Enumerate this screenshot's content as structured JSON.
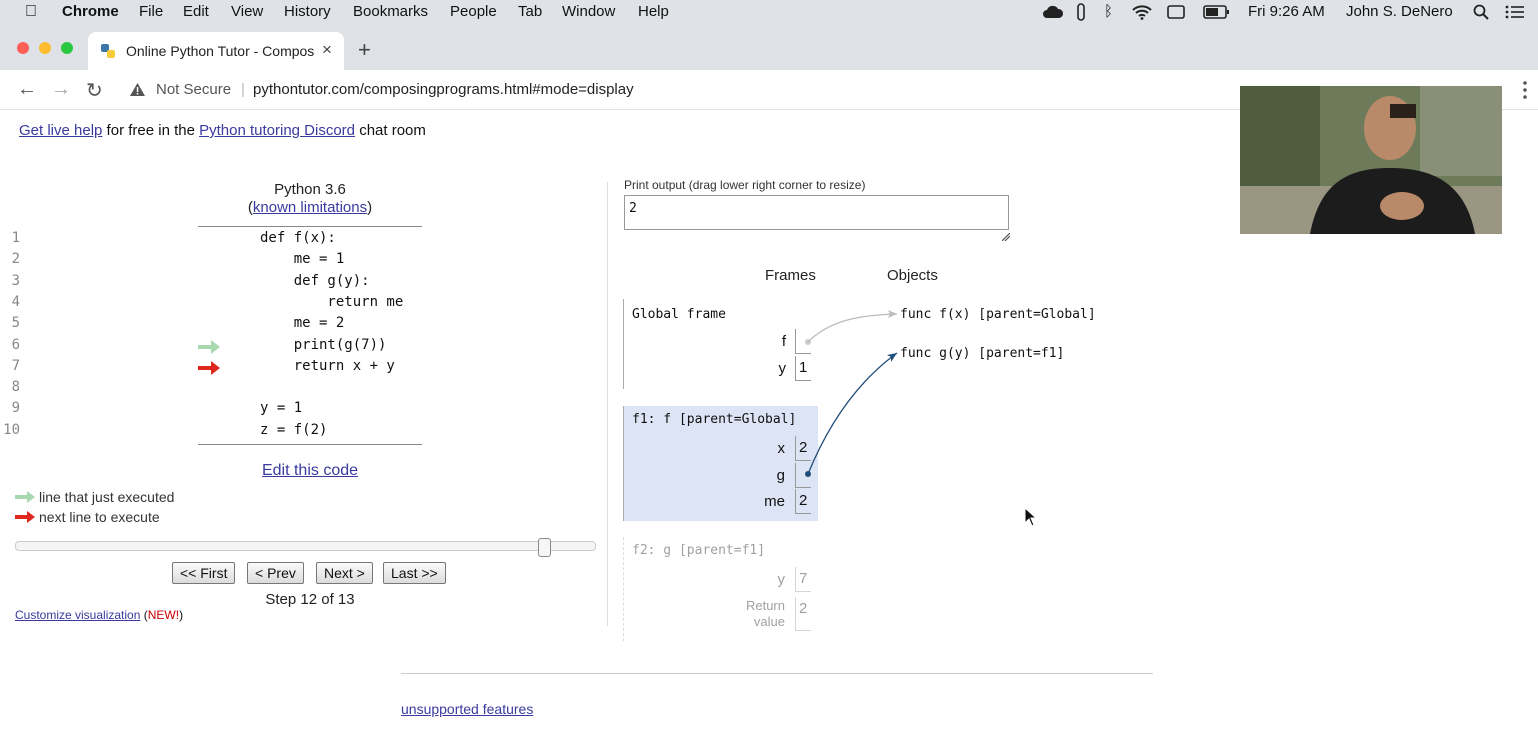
{
  "menubar": {
    "apple": "",
    "app": "Chrome",
    "items": [
      "File",
      "Edit",
      "View",
      "History",
      "Bookmarks",
      "People",
      "Tab",
      "Window",
      "Help"
    ],
    "clock": "Fri 9:26 AM",
    "user": "John S. DeNero"
  },
  "browser": {
    "tab_title": "Online Python Tutor - Composing Programs",
    "tab_close": "×",
    "new_tab": "+",
    "security": "Not Secure",
    "url": "pythontutor.com/composingprograms.html#mode=display",
    "back": "←",
    "forward": "→",
    "reload": "↻"
  },
  "page": {
    "help": {
      "link1": "Get live help",
      "mid": " for free in the ",
      "link2": "Python tutoring Discord",
      "end": " chat room"
    },
    "python_version": "Python 3.6",
    "limitations_open": "(",
    "limitations_link": "known limitations",
    "limitations_close": ")",
    "code_lines": [
      {
        "num": "1",
        "text": "def f(x):"
      },
      {
        "num": "2",
        "text": "    me = 1"
      },
      {
        "num": "3",
        "text": "    def g(y):"
      },
      {
        "num": "4",
        "text": "        return me"
      },
      {
        "num": "5",
        "text": "    me = 2"
      },
      {
        "num": "6",
        "text": "    print(g(7))"
      },
      {
        "num": "7",
        "text": "    return x + y"
      },
      {
        "num": "8",
        "text": ""
      },
      {
        "num": "9",
        "text": "y = 1"
      },
      {
        "num": "10",
        "text": "z = f(2)"
      }
    ],
    "just_executed_line": 6,
    "next_line": 7,
    "edit_code": "Edit this code",
    "legend_executed": "line that just executed",
    "legend_next": "next line to execute",
    "step_fraction": 0.92,
    "buttons": {
      "first": "<< First",
      "prev": "< Prev",
      "next": "Next >",
      "last": "Last >>"
    },
    "step_text": "Step 12 of 13",
    "customize": "Customize visualization",
    "new_open": " (",
    "new_tag": "NEW!",
    "new_close": ")",
    "print_label": "Print output (drag lower right corner to resize)",
    "print_output": "2",
    "frames_header": "Frames",
    "objects_header": "Objects",
    "global_frame": {
      "name": "Global frame",
      "vars": [
        {
          "name": "f",
          "value": ""
        },
        {
          "name": "y",
          "value": "1"
        }
      ]
    },
    "f1_frame": {
      "name": "f1: f [parent=Global]",
      "vars": [
        {
          "name": "x",
          "value": "2"
        },
        {
          "name": "g",
          "value": ""
        },
        {
          "name": "me",
          "value": "2"
        }
      ]
    },
    "f2_frame": {
      "name": "f2: g [parent=f1]",
      "vars": [
        {
          "name": "y",
          "value": "7"
        }
      ],
      "return_label": "Return value",
      "return_value": "2"
    },
    "objects": [
      "func f(x) [parent=Global]",
      "func g(y) [parent=f1]"
    ],
    "unsupported": "unsupported features"
  },
  "colors": {
    "frame_highlight": "#dde4f5",
    "executed_arrow": "#a8d8b0",
    "next_arrow": "#e0271d",
    "pointer": "#1f4e79"
  }
}
